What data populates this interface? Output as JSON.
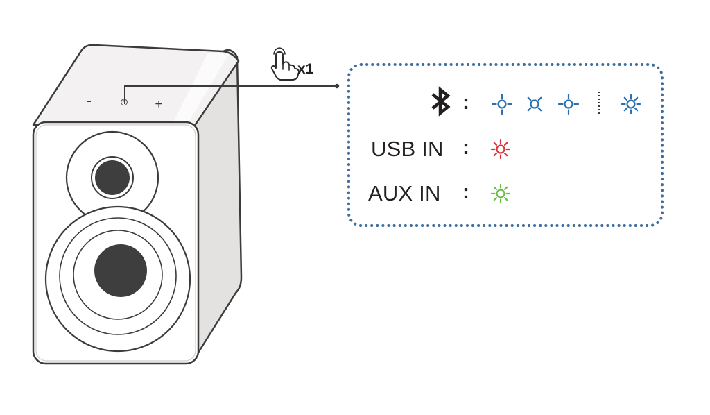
{
  "press": {
    "count_label": "x1"
  },
  "buttons": {
    "volume_down": "–",
    "power": "⏻",
    "volume_up": "+"
  },
  "modes": [
    {
      "key": "bluetooth",
      "label": "",
      "icon": "bluetooth-icon",
      "indicator_color": "#2a6fb0",
      "pattern": [
        "dim",
        "bright",
        "dim",
        "separator",
        "dim"
      ]
    },
    {
      "key": "usb",
      "label": "USB IN",
      "icon": "",
      "indicator_color": "#d9343c",
      "pattern": [
        "bright"
      ]
    },
    {
      "key": "aux",
      "label": "AUX IN",
      "icon": "",
      "indicator_color": "#6cbf45",
      "pattern": [
        "bright"
      ]
    }
  ],
  "separator_char": ":",
  "colors": {
    "outline": "#3b3b3b",
    "speaker_top": "#f2f0f0",
    "speaker_side": "#e3e0e0",
    "driver": "#3e3e3e",
    "dotted_border": "#3f6d9c"
  }
}
